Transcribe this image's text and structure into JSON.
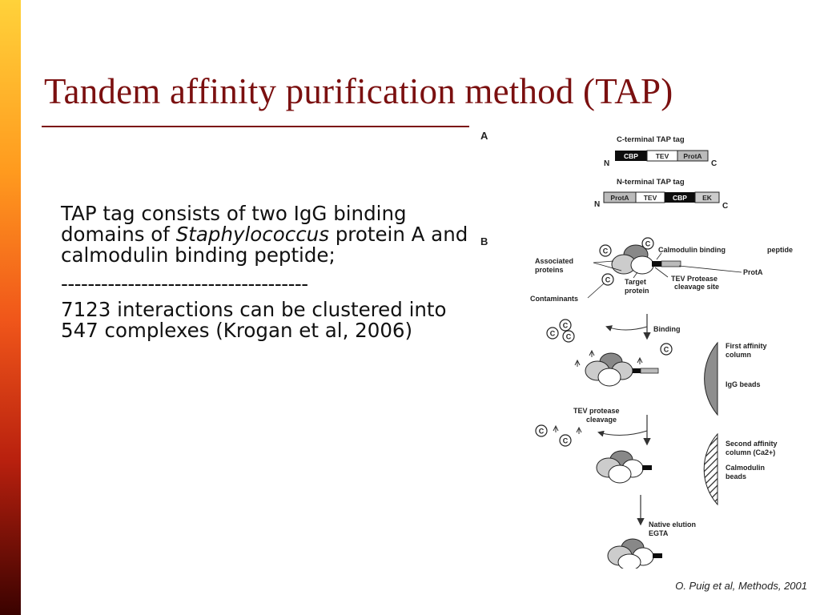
{
  "slide": {
    "title": "Tandem affinity purification method (TAP)",
    "paragraph1_before_italic": "TAP tag consists of two IgG binding domains of ",
    "paragraph1_italic": "Staphylococcus",
    "paragraph1_after_italic": " protein A and calmodulin binding peptide;",
    "separator": "-------------------------------------",
    "paragraph2": "7123 interactions can be clustered into 547 complexes (Krogan et al, 2006)",
    "credit": "O. Puig et al, Methods, 2001"
  },
  "figure": {
    "panel_a": {
      "label": "A",
      "c_terminal_title": "C-terminal TAP tag",
      "c_terminal_segments": [
        "CBP",
        "TEV",
        "ProtA"
      ],
      "n_terminal_title": "N-terminal TAP tag",
      "n_terminal_segments": [
        "ProtA",
        "TEV",
        "CBP",
        "EK"
      ],
      "n_end": "N",
      "c_end": "C"
    },
    "panel_b": {
      "label": "B",
      "c_symbol": "C",
      "calmodulin_binding": "Calmodulin  binding",
      "peptide": "peptide",
      "prota": "ProtA",
      "associated_line1": "Associated",
      "associated_line2": "proteins",
      "tev_site_line1": "TEV  Protease",
      "tev_site_line2": "cleavage site",
      "target_line1": "Target",
      "target_line2": "protein",
      "contaminants": "Contaminants",
      "binding": "Binding",
      "first_column_line1": "First affinity",
      "first_column_line2": "column",
      "igg_beads": "IgG beads",
      "tev_cleavage_line1": "TEV  protease",
      "tev_cleavage_line2": "cleavage",
      "second_column_line1": "Second affinity",
      "second_column_line2": "column (Ca2+)",
      "calmodulin_line1": "Calmodulin",
      "calmodulin_line2": "beads",
      "native_line1": "Native elution",
      "native_line2": "EGTA"
    }
  }
}
